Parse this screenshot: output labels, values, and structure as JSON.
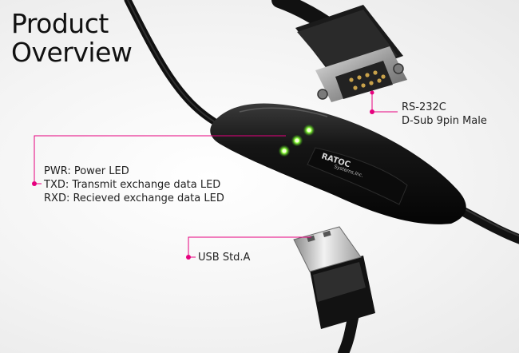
{
  "title": {
    "line1": "Product",
    "line2": "Overview"
  },
  "callouts": {
    "rs232": {
      "line1": "RS-232C",
      "line2": "D-Sub 9pin Male"
    },
    "leds": {
      "pwr": "PWR: Power LED",
      "txd": "TXD: Transmit exchange data LED",
      "rxd": "RXD: Recieved exchange data LED"
    },
    "usb": {
      "line1": "USB Std.A"
    }
  },
  "device": {
    "brand": "RATOC",
    "brand_sub": "Systems,Inc."
  },
  "colors": {
    "accent": "#e6007e",
    "led": "#8cff3c"
  }
}
